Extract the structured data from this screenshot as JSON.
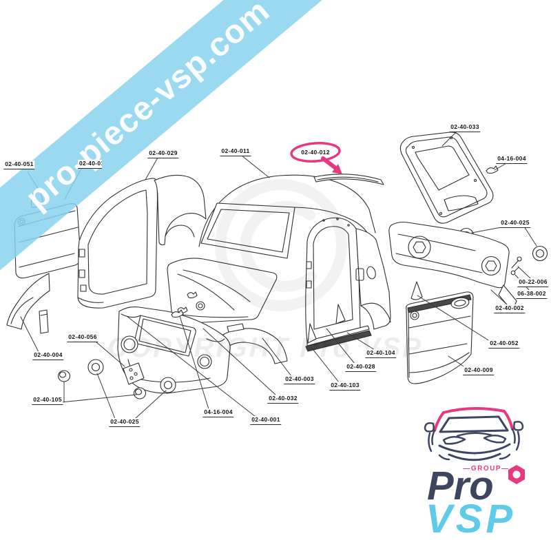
{
  "page": {
    "background": "#ffffff",
    "site": "pro-piece-vsp.com"
  },
  "watermark": {
    "site_text": "pro-piece-vsp.com",
    "band_color": "#8ad2ee",
    "text_color": "#ffffff",
    "copyright_symbol": "©",
    "copyright_text": "COPYRIGHT Pro VSP"
  },
  "diagram": {
    "type": "exploded-parts-diagram",
    "subject": "VSP microcar body panels exploded view",
    "highlighted_part": "02-40-012",
    "highlight_color": "#e6397f",
    "labels": [
      {
        "text": "02-40-051",
        "highlighted": false
      },
      {
        "text": "02-40-010",
        "highlighted": false,
        "partially_occluded": true
      },
      {
        "text": "02-40-029",
        "highlighted": false
      },
      {
        "text": "02-40-011",
        "highlighted": false
      },
      {
        "text": "02-40-012",
        "highlighted": true
      },
      {
        "text": "02-40-033",
        "highlighted": false
      },
      {
        "text": "04-16-004",
        "highlighted": false
      },
      {
        "text": "02-40-025",
        "highlighted": false
      },
      {
        "text": "00-22-006",
        "highlighted": false
      },
      {
        "text": "06-38-002",
        "highlighted": false
      },
      {
        "text": "02-40-002",
        "highlighted": false
      },
      {
        "text": "02-40-052",
        "highlighted": false
      },
      {
        "text": "02-40-009",
        "highlighted": false
      },
      {
        "text": "02-40-004",
        "highlighted": false
      },
      {
        "text": "02-40-056",
        "highlighted": false
      },
      {
        "text": "02-40-105",
        "highlighted": false
      },
      {
        "text": "02-40-025",
        "highlighted": false
      },
      {
        "text": "04-16-004",
        "highlighted": false
      },
      {
        "text": "02-40-001",
        "highlighted": false
      },
      {
        "text": "02-40-032",
        "highlighted": false
      },
      {
        "text": "02-40-003",
        "highlighted": false
      },
      {
        "text": "02-40-103",
        "highlighted": false
      },
      {
        "text": "02-40-028",
        "highlighted": false
      },
      {
        "text": "02-40-104",
        "highlighted": false
      }
    ]
  },
  "logo": {
    "group_label": "—GROUP—",
    "brand_top": "Pro",
    "brand_bottom": "VSP",
    "navy": "#3d4561",
    "pink": "#e6397f",
    "cyan": "#5fcbe9",
    "icons": [
      "car-front-outline",
      "hex-nut"
    ]
  }
}
